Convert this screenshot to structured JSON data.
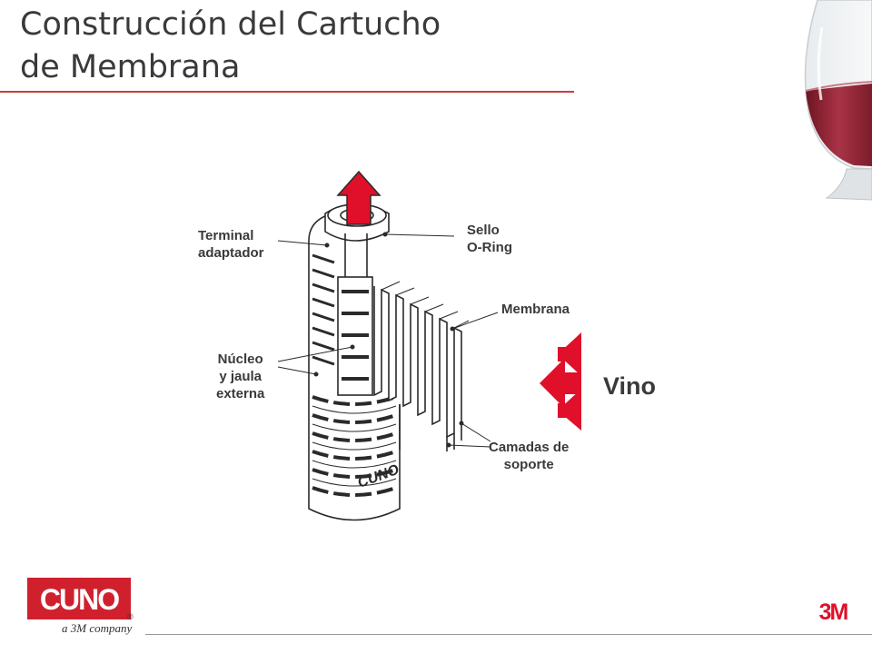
{
  "slide": {
    "title_line1": "Construcción del Cartucho",
    "title_line2": "de Membrana"
  },
  "labels": {
    "terminal_line1": "Terminal",
    "terminal_line2": "adaptador",
    "sello_line1": "Sello",
    "sello_line2": "O-Ring",
    "membrana": "Membrana",
    "nucleo_line1": "Núcleo",
    "nucleo_line2": "y jaula",
    "nucleo_line3": "externa",
    "camadas_line1": "Camadas de",
    "camadas_line2": "soporte",
    "flow": "Vino"
  },
  "cartridge": {
    "print": "CUNO"
  },
  "footer": {
    "cuno_logo_text": "CUNO",
    "cuno_tagline": "a 3M company",
    "threem_logo": "3M"
  },
  "colors": {
    "accent": "#d03a3a",
    "arrow_red": "#e0102a",
    "text": "#3a3a3a",
    "wine": "#8a2030"
  }
}
